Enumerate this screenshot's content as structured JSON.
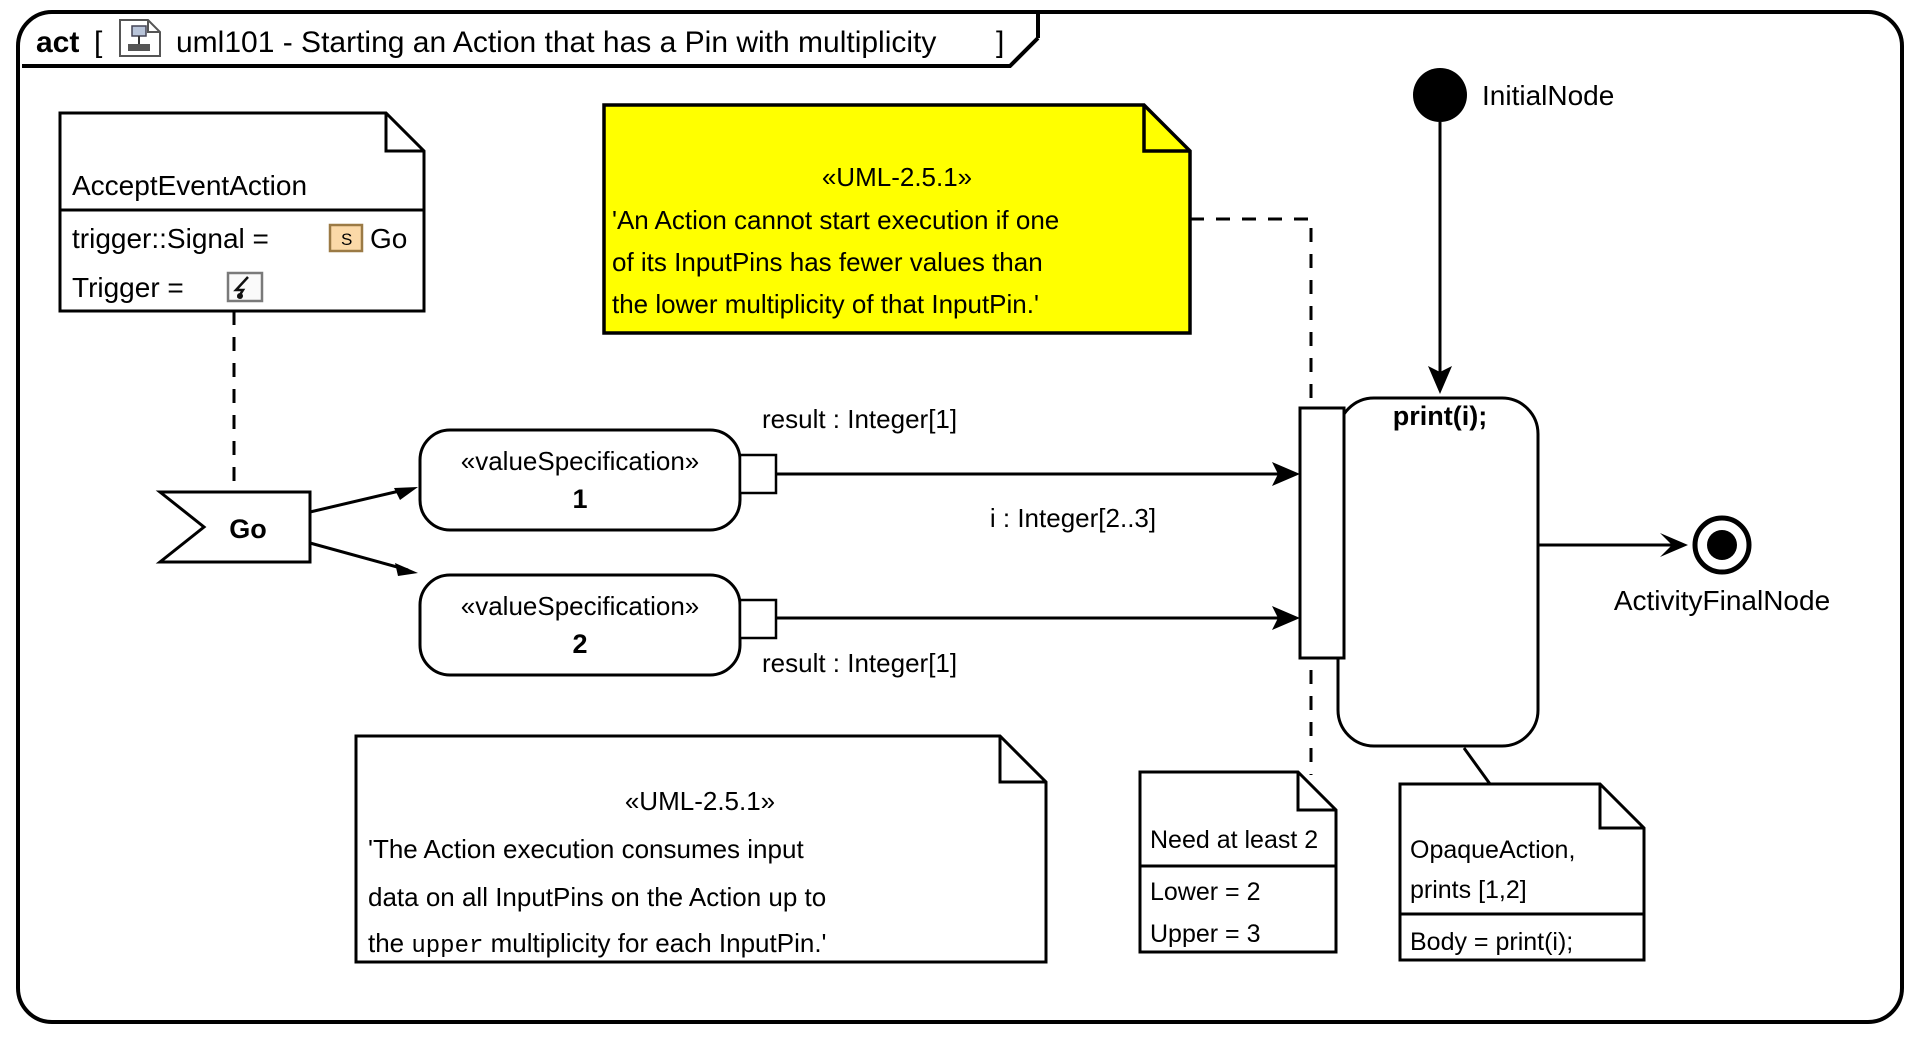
{
  "frame": {
    "keyword": "act",
    "bracket_open": "[",
    "bracket_close": "]",
    "diagram_icon": "activity-diagram-icon",
    "title": "uml101 - Starting an Action that has a Pin with multiplicity"
  },
  "accept_event_note": {
    "title": "AcceptEventAction",
    "rows": [
      {
        "label": "trigger::Signal =",
        "icon": "signal-icon",
        "icon_letter": "S",
        "value": "Go"
      },
      {
        "label": "Trigger =",
        "icon": "trigger-lightning-icon",
        "value": ""
      }
    ]
  },
  "signal_receipt": {
    "label": "Go",
    "name": "accept-signal-go"
  },
  "value_specs": [
    {
      "stereotype": "«valueSpecification»",
      "value": "1",
      "pin_label": "result : Integer[1]"
    },
    {
      "stereotype": "«valueSpecification»",
      "value": "2",
      "pin_label": "result : Integer[1]"
    }
  ],
  "flow_labels": {
    "input_pin": "i : Integer[2..3]"
  },
  "action": {
    "label": "print(i);"
  },
  "initial_node": {
    "label": "InitialNode"
  },
  "final_node": {
    "label": "ActivityFinalNode"
  },
  "notes": {
    "yellow": {
      "stereotype": "«UML-2.5.1»",
      "lines": [
        "'An Action cannot start execution if one",
        "of its InputPins has fewer values than",
        "the lower multiplicity of that InputPin.'"
      ],
      "color": "#ffff00"
    },
    "white": {
      "stereotype": "«UML-2.5.1»",
      "line1_a": "'The Action execution consumes input",
      "line2_a": "data on all InputPins on the Action up to",
      "line3_a": "the ",
      "line3_mono": "upper",
      "line3_b": " multiplicity for each InputPin.'"
    },
    "pin_multiplicity": {
      "title": "Need at least 2",
      "rows": [
        "Lower = 2",
        "Upper = 3"
      ]
    },
    "opaque_action": {
      "title_line1": "OpaqueAction,",
      "title_line2": "prints [1,2]",
      "rows": [
        "Body = print(i);"
      ]
    }
  }
}
